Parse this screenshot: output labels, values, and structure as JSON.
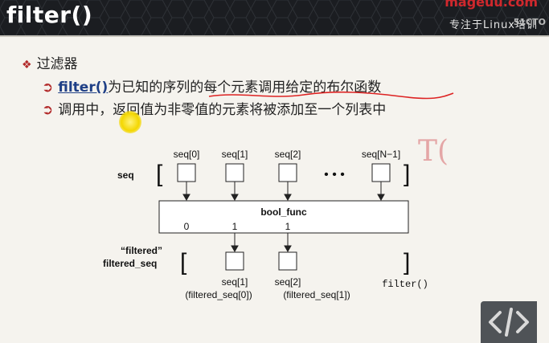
{
  "header": {
    "title": "filter()",
    "brand": "mageuu.com",
    "tagline": "专注于Linux培训",
    "watermark": "51CTO"
  },
  "slide": {
    "heading": "过滤器",
    "item1_keyword": "filter()",
    "item1_rest": "为已知的序列的每个元素调用给定的布尔函数",
    "item2": "调用中，返回值为非零值的元素将被添加至一个列表中",
    "ghost_letter": "T("
  },
  "diagram": {
    "seq_label": "seq",
    "seq_items": [
      "seq[0]",
      "seq[1]",
      "seq[2]",
      "seq[N−1]"
    ],
    "ellipsis": "• • •",
    "func_label": "bool_func",
    "outputs": [
      "0",
      "1",
      "1"
    ],
    "filtered_label1": "“filtered”",
    "filtered_label2": "filtered_seq",
    "result_items": [
      "seq[1]",
      "seq[2]"
    ],
    "result_sub": [
      "(filtered_seq[0])",
      "(filtered_seq[1])"
    ],
    "call_label": "filter()"
  },
  "colors": {
    "header_bg": "#1b1d21",
    "accent_red": "#b22a2a",
    "keyword_blue": "#1f3f86",
    "highlight_yellow": "#f4d700"
  },
  "icons": [
    "diamond-bullet-icon",
    "arrow-bullet-icon",
    "code-icon"
  ]
}
